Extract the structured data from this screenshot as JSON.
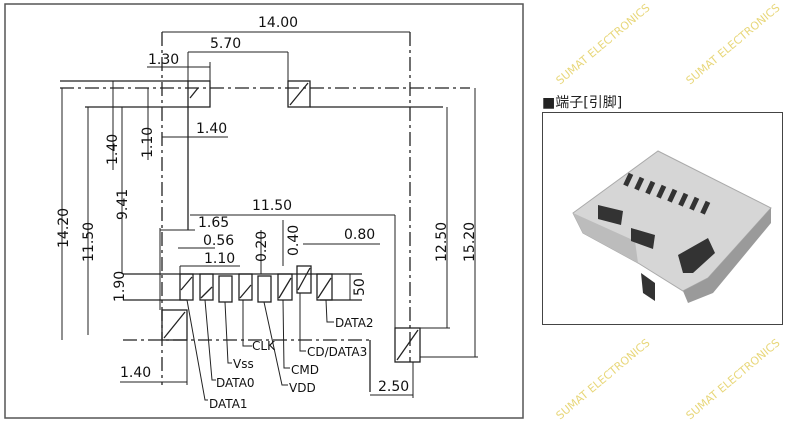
{
  "drawing": {
    "dimensions": {
      "overall_width": "14.00",
      "pad_spacing": "5.70",
      "pad_width": "1.30",
      "body_offset": "1.40",
      "left_1_40": "1.40",
      "left_1_10": "1.10",
      "overall_height": "14.20",
      "left_11_50": "11.50",
      "left_9_41": "9.41",
      "inner_width": "11.50",
      "pitch_1_65": "1.65",
      "pin_0_56": "0.56",
      "pin_1_10": "1.10",
      "pin_0_20": "0.20",
      "pin_0_40": "0.40",
      "pin_0_80": "0.80",
      "pin_height": "50",
      "row_1_90": "1.90",
      "right_12_50": "12.50",
      "right_15_20": "15.20",
      "bottom_1_40": "1.40",
      "bottom_2_50": "2.50"
    },
    "pins": [
      "DATA1",
      "DATA0",
      "Vss",
      "CLK",
      "VDD",
      "CMD",
      "CD/DATA3",
      "DATA2"
    ]
  },
  "photo_panel": {
    "title": "■端子[引脚]"
  },
  "watermark": "SUMAT ELECTRONICS"
}
